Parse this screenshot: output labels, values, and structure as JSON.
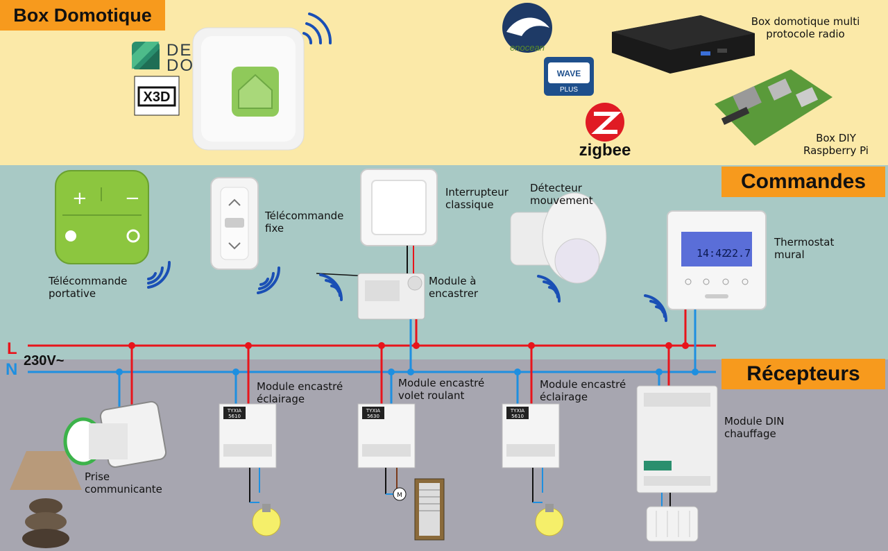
{
  "sections": {
    "box": "Box Domotique",
    "commands": "Commandes",
    "receivers": "Récepteurs"
  },
  "logos": {
    "brand_line1": "DELTA",
    "brand_line2": "DORE",
    "x3d": "X3D",
    "enocean": "enocean",
    "zwave": "WAVE",
    "zwave_plus": "PLUS",
    "zigbee": "zigbee"
  },
  "labels": {
    "multi_box": "Box domotique multi\nprotocole radio",
    "diy_box": "Box DIY\nRaspberry Pi",
    "remote_portable": "Télécommande\nportative",
    "remote_fixed": "Télécommande\nfixe",
    "switch_classic": "Interrupteur\nclassique",
    "motion": "Détecteur\nmouvement",
    "thermostat": "Thermostat\nmural",
    "module_flush": "Module à\nencastrer",
    "module_light_1": "Module encastré\néclairage",
    "module_shutter": "Module encastré\nvolet roulant",
    "module_light_2": "Module encastré\néclairage",
    "module_din": "Module DIN\nchauffage",
    "smart_plug": "Prise\ncommunicante"
  },
  "lines": {
    "live": "L",
    "neutral": "N",
    "voltage": "230V~"
  },
  "modules": {
    "m1": "TYXIA\n5610",
    "m2": "TYXIA\n5630",
    "m3": "TYXIA\n5610"
  },
  "thermostat_display": {
    "time": "14:42",
    "temp": "22.7"
  },
  "colors": {
    "live": "#e8141b",
    "neutral": "#1e8fe0",
    "accent": "#f79a1d",
    "green": "#8cc63f"
  }
}
